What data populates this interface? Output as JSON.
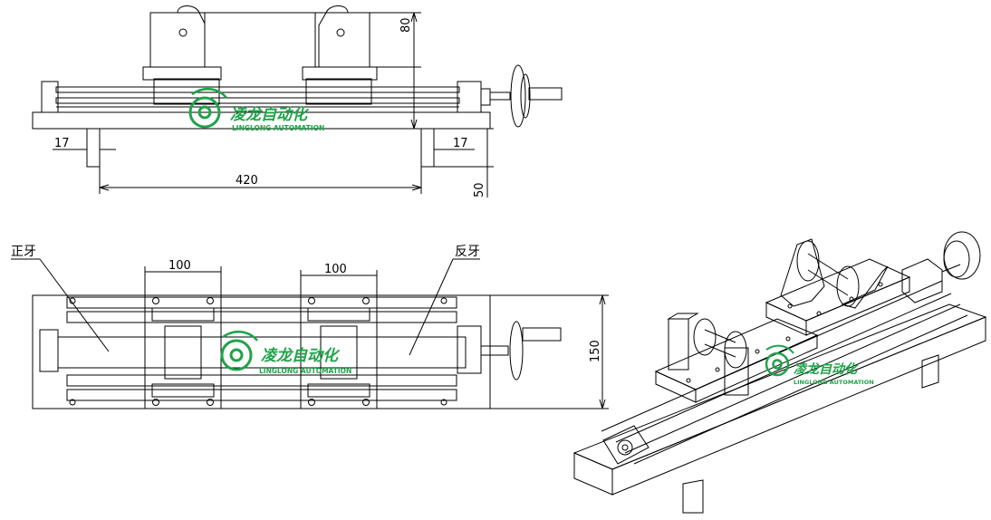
{
  "dimensions": {
    "height_top": "80",
    "foot_left": "17",
    "foot_right": "17",
    "span": "420",
    "foot_height": "50",
    "carriage_left": "100",
    "carriage_right": "100",
    "width": "150"
  },
  "labels": {
    "forward_thread": "正牙",
    "reverse_thread": "反牙"
  },
  "logo": {
    "name_cn": "凌龙自动化",
    "name_en": "LINGLONG AUTOMATION"
  },
  "colors": {
    "line": "#000000",
    "logo": "#1fa34a"
  }
}
